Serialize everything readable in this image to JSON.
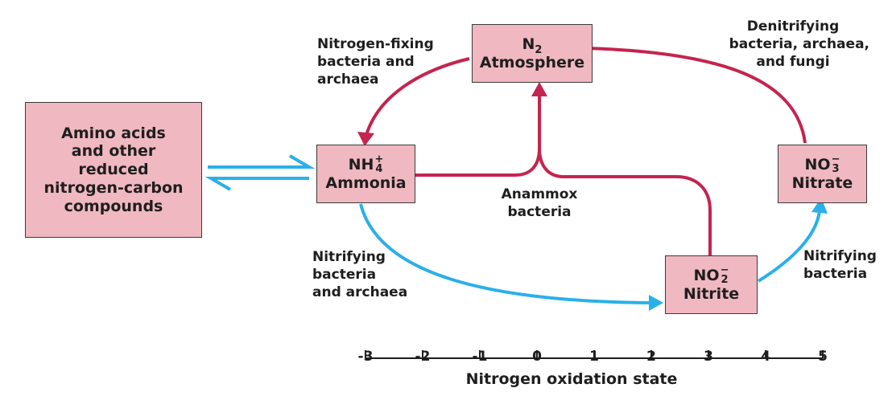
{
  "colors": {
    "box_fill": "#f0b8c0",
    "box_border": "#3a3a3a",
    "red_arrow": "#c4244f",
    "blue_arrow": "#2ab0e8",
    "text": "#1e1e1e"
  },
  "nodes": {
    "amino": {
      "lines": [
        "Amino acids",
        "and other",
        "reduced",
        "nitrogen-carbon",
        "compounds"
      ]
    },
    "n2": {
      "formula": "N",
      "subscript": "2",
      "name": "Atmosphere"
    },
    "nh4": {
      "formula": "NH",
      "superscript": "+",
      "subscript": "4",
      "name": "Ammonia"
    },
    "no3": {
      "formula": "NO",
      "superscript": "−",
      "subscript": "3",
      "name": "Nitrate"
    },
    "no2": {
      "formula": "NO",
      "superscript": "−",
      "subscript": "2",
      "name": "Nitrite"
    }
  },
  "labels": {
    "nitrogen_fixing": [
      "Nitrogen-fixing",
      "bacteria and",
      "archaea"
    ],
    "denitrifying": [
      "Denitrifying",
      "bacteria, archaea,",
      "and fungi"
    ],
    "anammox": [
      "Anammox",
      "bacteria"
    ],
    "nitrifying_left": [
      "Nitrifying",
      "bacteria",
      "and archaea"
    ],
    "nitrifying_right": [
      "Nitrifying",
      "bacteria"
    ]
  },
  "axis": {
    "title": "Nitrogen oxidation state",
    "ticks": [
      "-3",
      "-2",
      "-1",
      "0",
      "1",
      "2",
      "3",
      "4",
      "5"
    ]
  }
}
